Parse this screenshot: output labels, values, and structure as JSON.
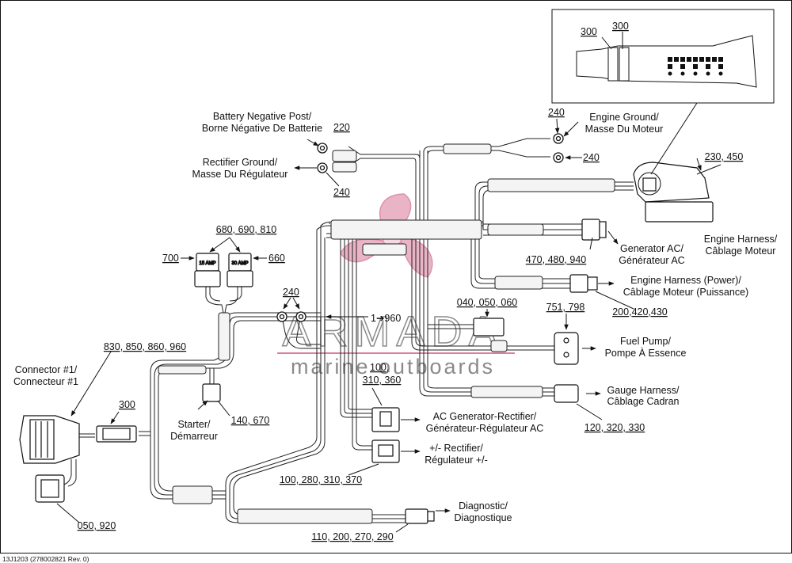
{
  "labels": {
    "battery_neg_en": "Battery Negative Post/",
    "battery_neg_fr": "Borne Négative De Batterie",
    "battery_neg_num": "220",
    "rect_ground_en": "Rectifier Ground/",
    "rect_ground_fr": "Masse Du Régulateur",
    "rect_ground_num": "240",
    "engine_ground_en": "Engine Ground/",
    "engine_ground_fr": "Masse Du Moteur",
    "engine_ground_num_top": "240",
    "engine_ground_num_side": "240",
    "engine_harness_num": "230, 450",
    "engine_harness_en": "Engine Harness/",
    "engine_harness_fr": "Câblage Moteur",
    "gen_ac_en": "Generator AC/",
    "gen_ac_fr": "Générateur AC",
    "gen_ac_num": "470, 480, 940",
    "eng_power_en": "Engine Harness (Power)/",
    "eng_power_fr": "Câblage Moteur (Puissance)",
    "eng_power_num": "200,420,430",
    "fuse_num": "680, 690, 810",
    "fuse_left_num": "700",
    "fuse_right_num": "660",
    "fuse_left_rating": "15 AMP",
    "fuse_right_rating": "30 AMP",
    "ground_240": "240",
    "ref_1_960": "1➔960",
    "conn_040": "040, 050, 060",
    "fuel_pump_num": "751, 798",
    "fuel_pump_en": "Fuel Pump/",
    "fuel_pump_fr": "Pompe À Essence",
    "conn1_num": "830, 850, 860, 960",
    "conn1_en": "Connector #1/",
    "conn1_fr": "Connecteur #1",
    "conn_300": "300",
    "starter_en": "Starter/",
    "starter_fr": "Démarreur",
    "starter_num": "140, 670",
    "ac_gen_num_a": "100,",
    "ac_gen_num_b": "310, 360",
    "ac_gen_en": "AC Generator-Rectifier/",
    "ac_gen_fr": "Générateur-Régulateur AC",
    "rect_pm_en": "+/- Rectifier/",
    "rect_pm_fr": "Régulateur +/-",
    "rect_pm_num": "100, 280, 310, 370",
    "gauge_en": "Gauge Harness/",
    "gauge_fr": "Câblage Cadran",
    "gauge_num": "120, 320, 330",
    "diag_en": "Diagnostic/",
    "diag_fr": "Diagnostique",
    "diag_num": "110, 200, 270, 290",
    "bottom_num": "050, 920",
    "inset_300_a": "300",
    "inset_300_b": "300",
    "footer": "13J1203 (278002821 Rev. 0)"
  },
  "watermark": {
    "brand": "ARMADA",
    "tagline": "marine outboards",
    "color": "#d9809e",
    "text_color": "#8a8a8a"
  },
  "colors": {
    "line": "#111111",
    "wire": "#333333"
  }
}
